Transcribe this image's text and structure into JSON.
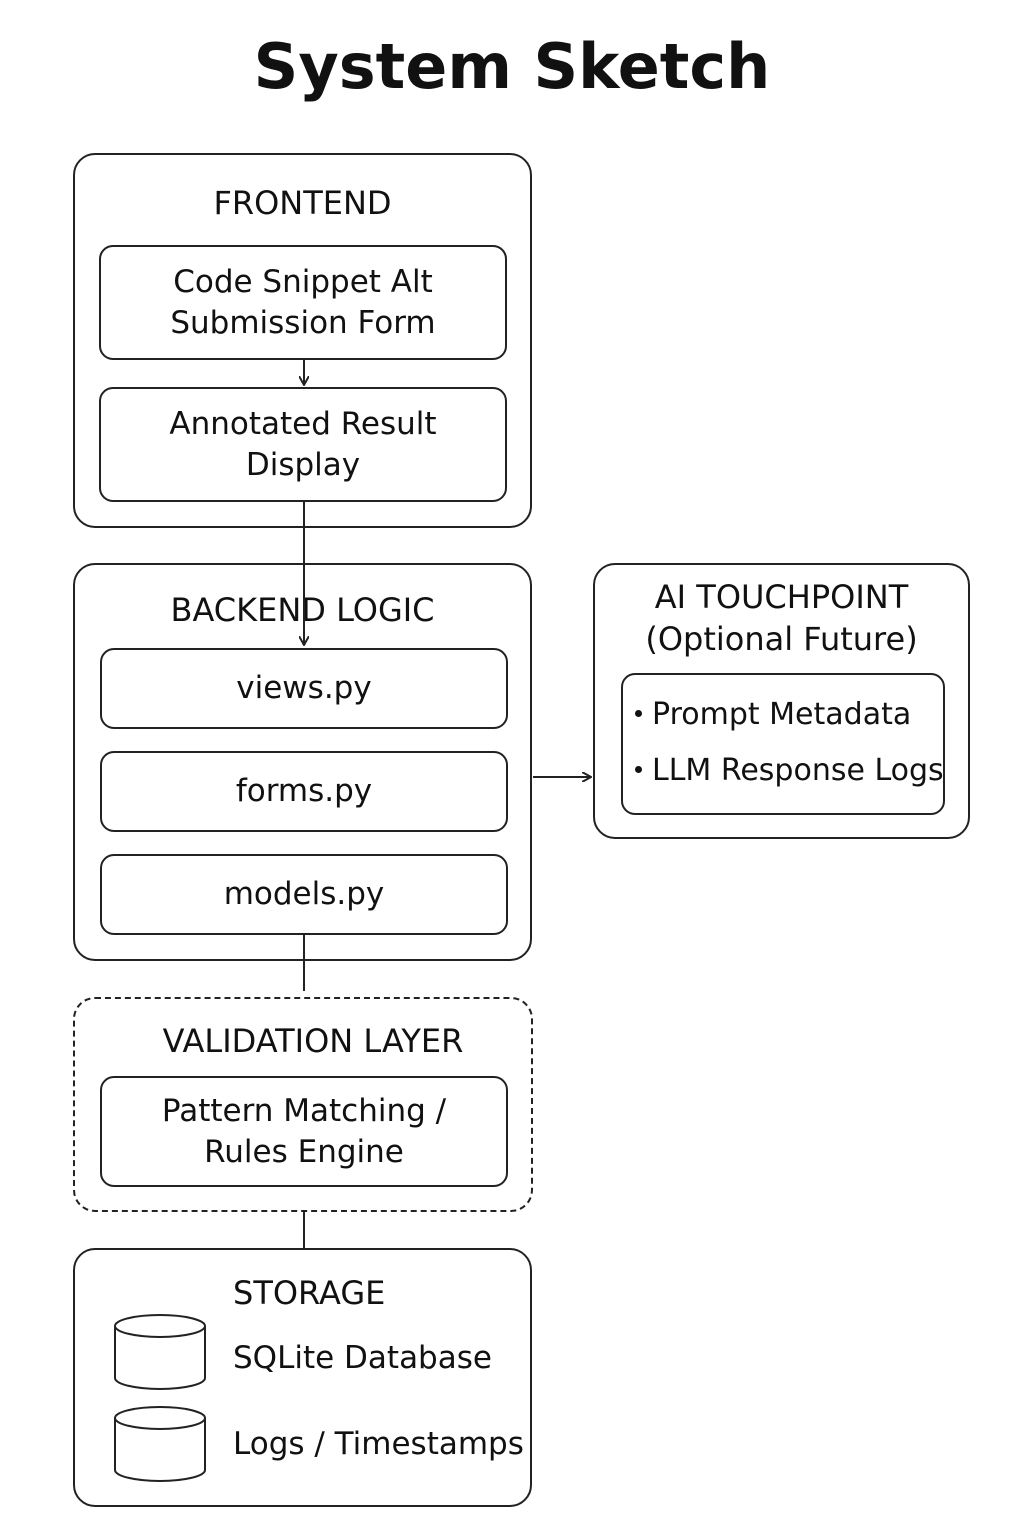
{
  "title": "System Sketch",
  "frontend": {
    "label": "FRONTEND",
    "submission_form": "Code Snippet Alt\nSubmission Form",
    "result_display": "Annotated Result\nDisplay"
  },
  "backend": {
    "label": "BACKEND LOGIC",
    "views": "views.py",
    "forms": "forms.py",
    "models": "models.py"
  },
  "ai_touchpoint": {
    "label_line1": "AI TOUCHPOINT",
    "label_line2": "(Optional Future)",
    "items": [
      "Prompt Metadata",
      "LLM Response Logs"
    ]
  },
  "validation": {
    "label": "VALIDATION LAYER",
    "engine": "Pattern Matching /\nRules Engine"
  },
  "storage": {
    "label": "STORAGE",
    "items": [
      "SQLite Database",
      "Logs / Timestamps"
    ]
  },
  "colors": {
    "stroke": "#222222",
    "text": "#111111",
    "background": "#ffffff"
  }
}
